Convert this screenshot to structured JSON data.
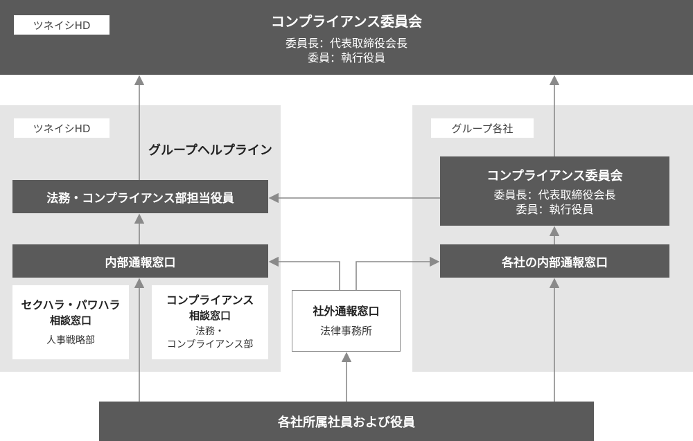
{
  "top_committee": {
    "company_tag": "ツネイシHD",
    "title": "コンプライアンス委員会",
    "line1": "委員長：代表取締役会長",
    "line2": "委員：執行役員"
  },
  "left_panel": {
    "tag": "ツネイシHD",
    "helpline_title": "グループヘルプライン",
    "officer_box": "法務・コンプライアンス部担当役員",
    "internal_desk": "内部通報窓口",
    "harassment": {
      "title": "セクハラ・パワハラ",
      "subtitle": "相談窓口",
      "dept": "人事戦略部"
    },
    "compliance_desk": {
      "title": "コンプライアンス",
      "subtitle": "相談窓口",
      "dept_line1": "法務・",
      "dept_line2": "コンプライアンス部"
    }
  },
  "external_desk": {
    "title": "社外通報窓口",
    "subtitle": "法律事務所"
  },
  "right_panel": {
    "tag": "グループ各社",
    "committee": {
      "title": "コンプライアンス委員会",
      "line1": "委員長：代表取締役会長",
      "line2": "委員：執行役員"
    },
    "internal_desk": "各社の内部通報窓口"
  },
  "bottom_bar": "各社所属社員および役員",
  "colors": {
    "dark_box": "#5a5a5a",
    "panel_bg": "#e5e5e5",
    "arrow": "#8a8a8a"
  }
}
